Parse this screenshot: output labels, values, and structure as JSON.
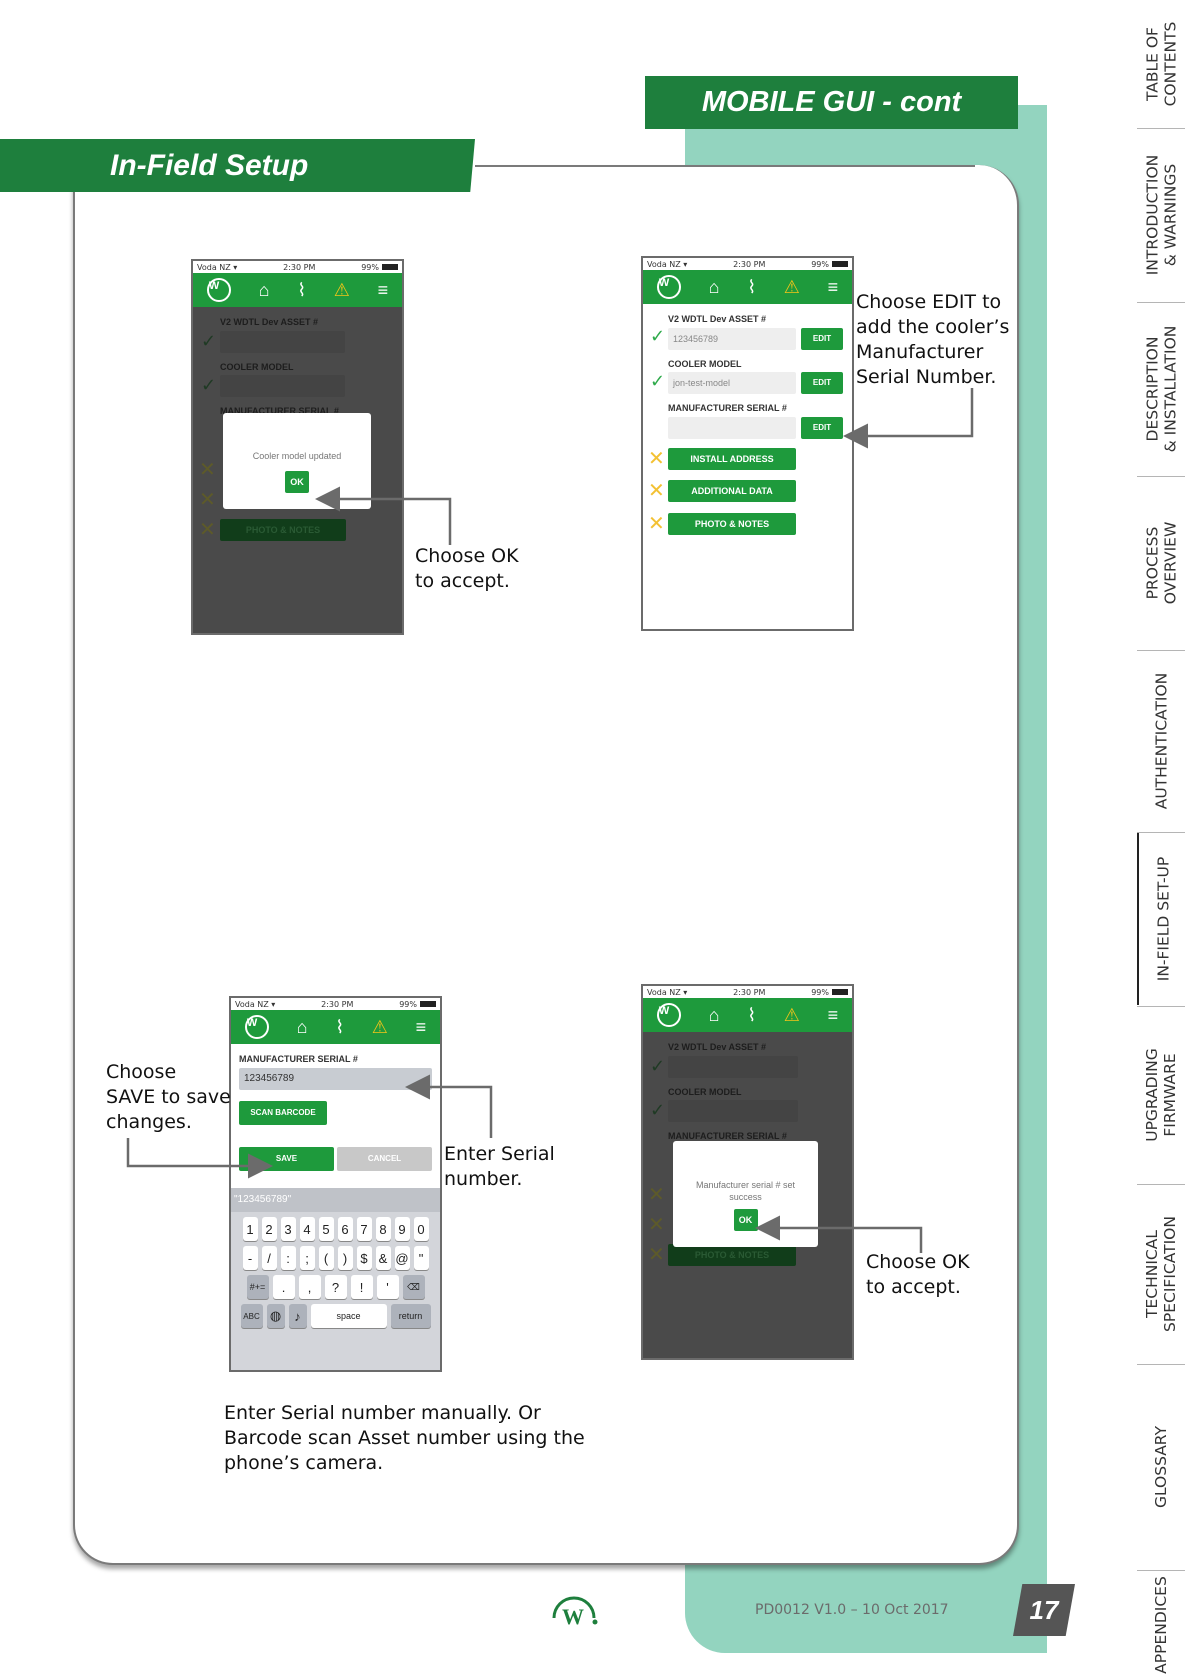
{
  "header": {
    "mobile_banner": "MOBILE GUI - cont",
    "section_banner": "In-Field Setup"
  },
  "phone_common": {
    "carrier": "Voda NZ",
    "time": "2:30 PM",
    "battery": "99%"
  },
  "phone1": {
    "asset_label": "V2 WDTL Dev ASSET #",
    "cooler_label": "COOLER MODEL",
    "serial_label": "MANUFACTURER SERIAL #",
    "dialog_text": "Cooler model updated",
    "ok": "OK",
    "photo_btn": "PHOTO & NOTES"
  },
  "phone2": {
    "asset_label": "V2 WDTL Dev ASSET #",
    "asset_value": "123456789",
    "cooler_label": "COOLER MODEL",
    "cooler_value": "jon-test-model",
    "serial_label": "MANUFACTURER SERIAL #",
    "edit": "EDIT",
    "install_btn": "INSTALL ADDRESS",
    "additional_btn": "ADDITIONAL DATA",
    "photo_btn": "PHOTO & NOTES"
  },
  "phone3": {
    "serial_label": "MANUFACTURER SERIAL #",
    "serial_value": "123456789",
    "scan_btn": "SCAN BARCODE",
    "save_btn": "SAVE",
    "cancel_btn": "CANCEL",
    "suggestion": "\"123456789\"",
    "row1": [
      "1",
      "2",
      "3",
      "4",
      "5",
      "6",
      "7",
      "8",
      "9",
      "0"
    ],
    "row2": [
      "-",
      "/",
      ":",
      ";",
      "(",
      ")",
      "$",
      "&",
      "@",
      "\""
    ],
    "row3": [
      "#+=",
      ".",
      ",",
      "?",
      "!",
      "'",
      "⌫"
    ],
    "row4": [
      "ABC",
      "space",
      "return"
    ]
  },
  "phone4": {
    "asset_label": "V2 WDTL Dev ASSET #",
    "cooler_label": "COOLER MODEL",
    "serial_label": "MANUFACTURER SERIAL #",
    "dialog_text": "Manufacturer serial # set success",
    "ok": "OK",
    "photo_btn": "PHOTO & NOTES"
  },
  "callouts": {
    "ok1_line1": "Choose OK",
    "ok1_line2": "to accept.",
    "edit_line1": "Choose EDIT to",
    "edit_line2": "add the cooler’s",
    "edit_line3": "Manufacturer",
    "edit_line4": "Serial Number.",
    "save_line1": "Choose",
    "save_line2": "SAVE to save",
    "save_line3": "changes.",
    "serial_line1": "Enter Serial",
    "serial_line2": "number.",
    "ok2_line1": "Choose OK",
    "ok2_line2": "to accept.",
    "bottom_line1": "Enter Serial number manually. Or",
    "bottom_line2": "Barcode scan Asset number using the",
    "bottom_line3": "phone’s camera."
  },
  "footer": {
    "doc_ref": "PD0012 V1.0 – 10 Oct 2017",
    "page_number": "17",
    "logo_letter": "W"
  },
  "side_tabs": [
    {
      "line1": "TABLE OF",
      "line2": "CONTENTS"
    },
    {
      "line1": "INTRODUCTION",
      "line2": "& WARNINGS"
    },
    {
      "line1": "DESCRIPTION",
      "line2": "& INSTALLATION"
    },
    {
      "line1": "PROCESS",
      "line2": "OVERVIEW"
    },
    {
      "line1": "AUTHENTICATION",
      "line2": ""
    },
    {
      "line1": "IN-FIELD SET-UP",
      "line2": ""
    },
    {
      "line1": "UPGRADING",
      "line2": "FIRMWARE"
    },
    {
      "line1": "TECHNICAL",
      "line2": "SPECIFICATION"
    },
    {
      "line1": "GLOSSARY",
      "line2": ""
    },
    {
      "line1": "APPENDICES",
      "line2": ""
    }
  ],
  "colors": {
    "brand_green": "#1e7f3d",
    "app_green": "#1e9a3c",
    "teal": "#93d4bf",
    "page_box": "#555555"
  }
}
